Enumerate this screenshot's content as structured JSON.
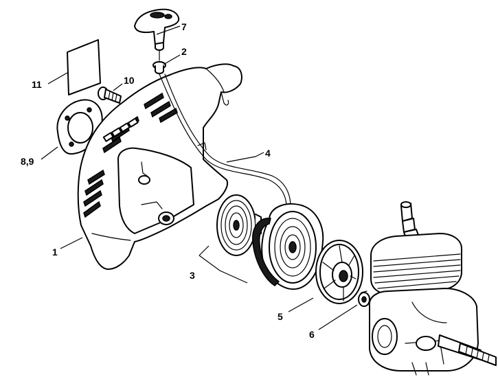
{
  "callouts": {
    "c1": "1",
    "c2": "2",
    "c3": "3",
    "c4": "4",
    "c5": "5",
    "c6": "6",
    "c7": "7",
    "c10": "10",
    "c11": "11",
    "c89": "8,9"
  },
  "parts": {
    "p1": "fan-housing",
    "p2": "grommet",
    "p3": "rewind-spring",
    "p4": "starter-rope",
    "p5": "rope-rotor-cover",
    "p6": "spring-clip",
    "p7": "starter-grip",
    "p8": "washer-plate",
    "p10": "screw",
    "p11": "label"
  }
}
